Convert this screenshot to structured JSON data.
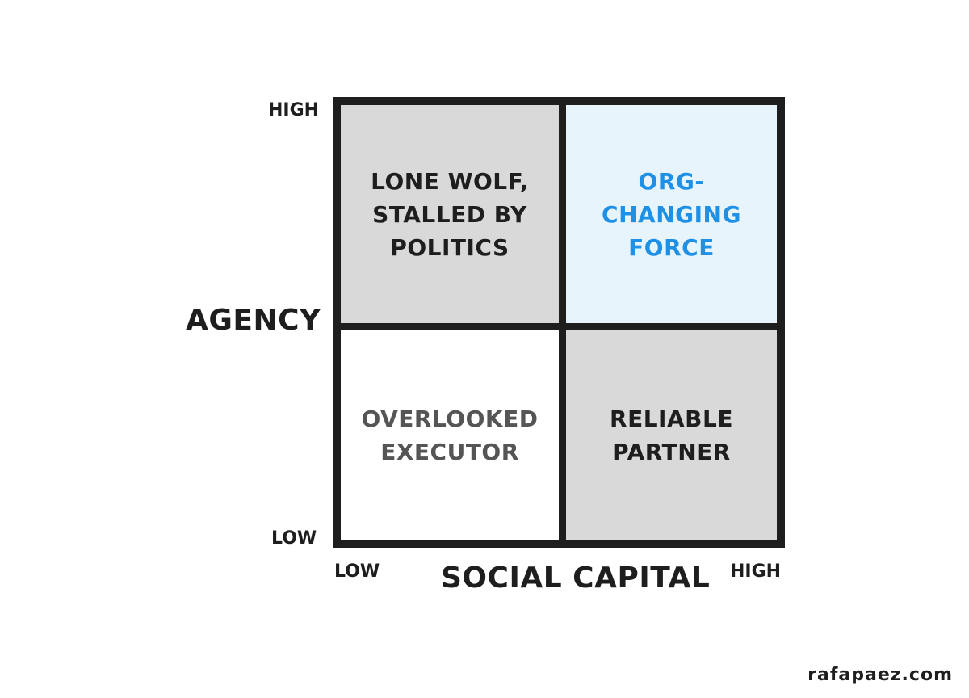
{
  "axes": {
    "y_title": "AGENCY",
    "x_title": "SOCIAL CAPITAL",
    "y_high": "HIGH",
    "y_low": "LOW",
    "x_low": "LOW",
    "x_high": "HIGH"
  },
  "quadrants": {
    "top_left": {
      "lines": [
        "LONE WOLF,",
        "STALLED BY",
        "POLITICS"
      ],
      "fill": "#d9d9d9",
      "text_color": "#1e1e1e"
    },
    "top_right": {
      "lines": [
        "ORG-",
        "CHANGING",
        "FORCE"
      ],
      "fill": "#e8f4fc",
      "text_color": "#1e90e6"
    },
    "bottom_left": {
      "lines": [
        "OVERLOOKED",
        "EXECUTOR"
      ],
      "fill": "#ffffff",
      "text_color": "#555555"
    },
    "bottom_right": {
      "lines": [
        "RELIABLE",
        "PARTNER"
      ],
      "fill": "#d9d9d9",
      "text_color": "#1e1e1e"
    }
  },
  "border_color": "#1e1e1e",
  "watermark": "rafapaez.com"
}
